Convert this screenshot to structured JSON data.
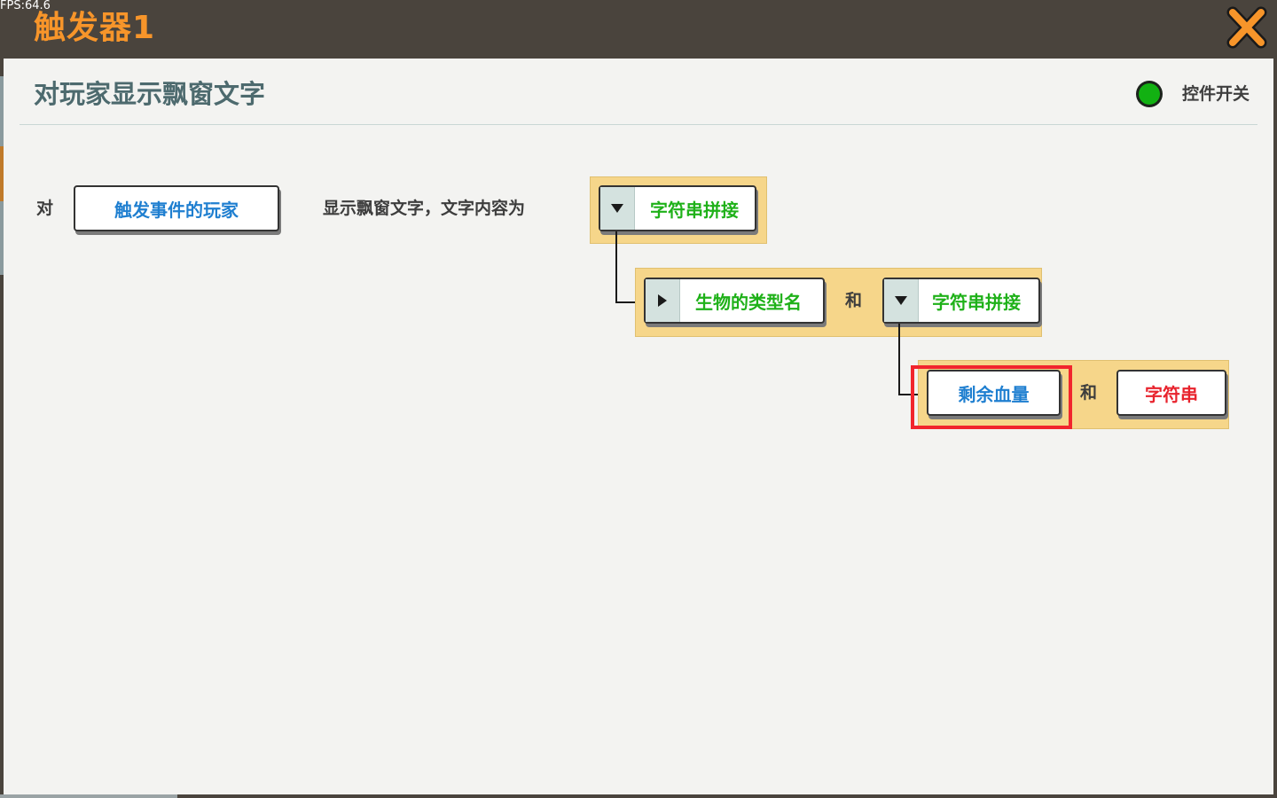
{
  "fps": "FPS:64.6",
  "window": {
    "title": "触发器1",
    "close_icon": "close-x-icon"
  },
  "action": {
    "title": "对玩家显示飘窗文字",
    "toggle_label": "控件开关",
    "toggle_color": "#12b112"
  },
  "sentence": {
    "prefix": "对",
    "target_button": "触发事件的玩家",
    "middle_text": "显示飘窗文字，文字内容为"
  },
  "tree": {
    "level1": {
      "button": "字符串拼接",
      "caret": "down"
    },
    "level2": {
      "left_button": "生物的类型名",
      "left_caret": "right",
      "joiner": "和",
      "right_button": "字符串拼接",
      "right_caret": "down"
    },
    "level3": {
      "left_button": "剩余血量",
      "joiner": "和",
      "right_button": "字符串"
    }
  },
  "colors": {
    "accent_orange": "#f7952a",
    "highlight_red": "#f1252d",
    "param_blue": "#1f7fd0",
    "func_green": "#1fb119",
    "string_red": "#e8232d"
  }
}
